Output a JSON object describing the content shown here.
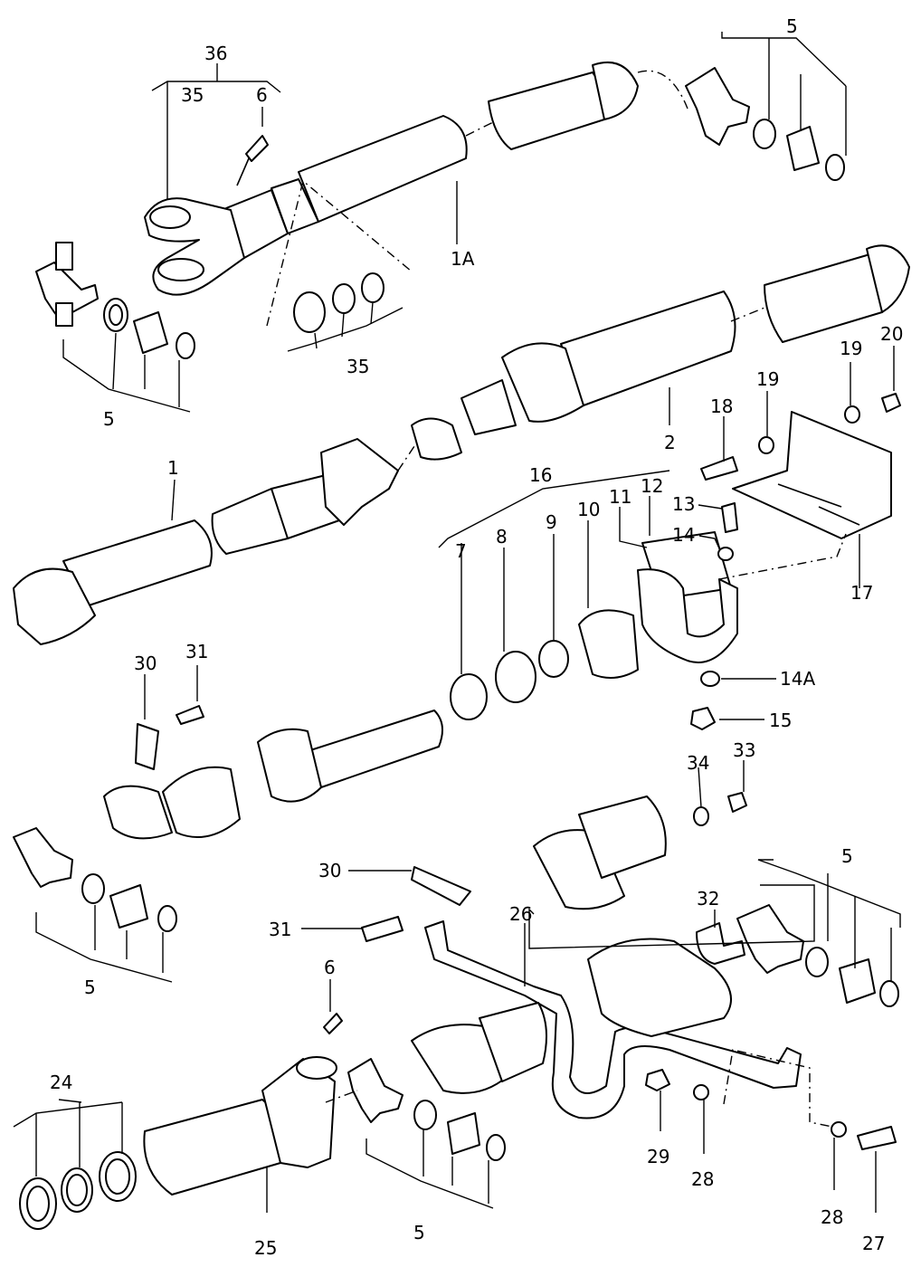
{
  "labels": {
    "l36": "36",
    "l35a": "35",
    "l6a": "6",
    "l5a": "5",
    "l1A": "1A",
    "l5b": "5",
    "l35b": "35",
    "l19a": "19",
    "l20": "20",
    "l19b": "19",
    "l18": "18",
    "l2": "2",
    "l1": "1",
    "l16": "16",
    "l11": "11",
    "l12": "12",
    "l10": "10",
    "l9": "9",
    "l8": "8",
    "l7": "7",
    "l13": "13",
    "l14": "14",
    "l17": "17",
    "l14A": "14A",
    "l15": "15",
    "l30a": "30",
    "l31a": "31",
    "l34": "34",
    "l33": "33",
    "l5c": "5",
    "l30b": "30",
    "l26": "26",
    "l32": "32",
    "l5d": "5",
    "l31b": "31",
    "l6b": "6",
    "l24": "24",
    "l29": "29",
    "l28a": "28",
    "l28b": "28",
    "l27": "27",
    "l5e": "5",
    "l25": "25"
  }
}
